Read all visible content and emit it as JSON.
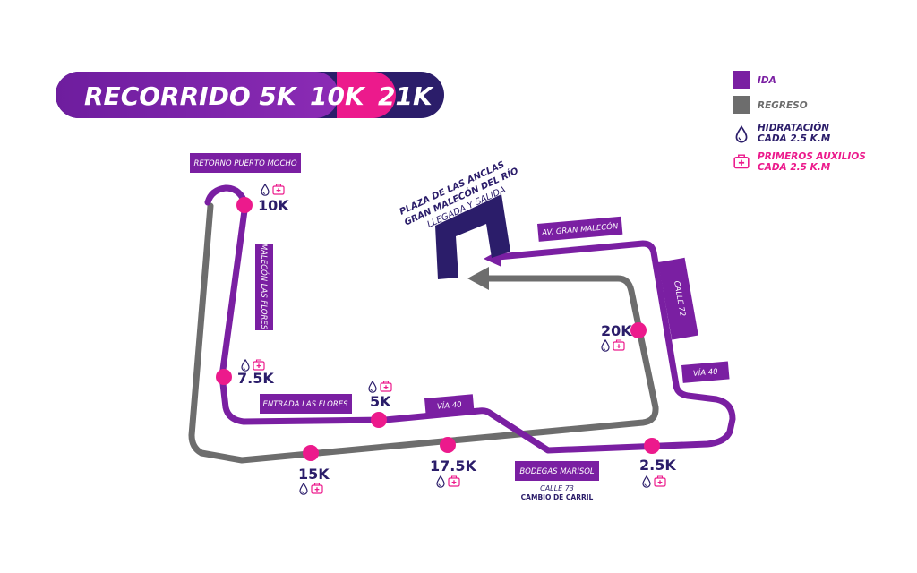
{
  "header": {
    "title": "RECORRIDO 5K",
    "distances": [
      "10K",
      "21K"
    ]
  },
  "legend": {
    "ida": "IDA",
    "regreso": "REGRESO",
    "hydration": [
      "HIDRATACIÓN",
      "CADA 2.5 K.M"
    ],
    "first_aid": [
      "PRIMEROS AUXILIOS",
      "CADA 2.5 K.M"
    ]
  },
  "plaza": {
    "line1": "PLAZA DE LAS ANCLAS",
    "line2": "GRAN MALECÓN DEL RÍO",
    "line3": "LLEGADA Y SALIDA"
  },
  "streets": {
    "retorno": "RETORNO PUERTO MOCHO",
    "malecon_flores": "MALECÓN LAS FLORES",
    "entrada_flores": "ENTRADA LAS FLORES",
    "via40_a": "VÍA 40",
    "via40_b": "VÍA 40",
    "gran_malecon": "AV. GRAN MALECÓN",
    "calle72": "CALLE 72",
    "bodegas": "BODEGAS MARISOL",
    "calle73": "CALLE 73",
    "cambio": "CAMBIO DE CARRIL"
  },
  "markers": {
    "km10": "10K",
    "km7_5": "7.5K",
    "km5": "5K",
    "km2_5": "2.5K",
    "km20": "20K",
    "km15": "15K",
    "km17_5": "17.5K"
  },
  "colors": {
    "ida": "#7a1fa2",
    "regreso": "#6d6d6d",
    "marker": "#ec1a8c",
    "navy": "#2b1d6a",
    "label_bg": "#7a1fa2"
  },
  "icons": [
    "water-drop-icon",
    "first-aid-kit-icon"
  ]
}
